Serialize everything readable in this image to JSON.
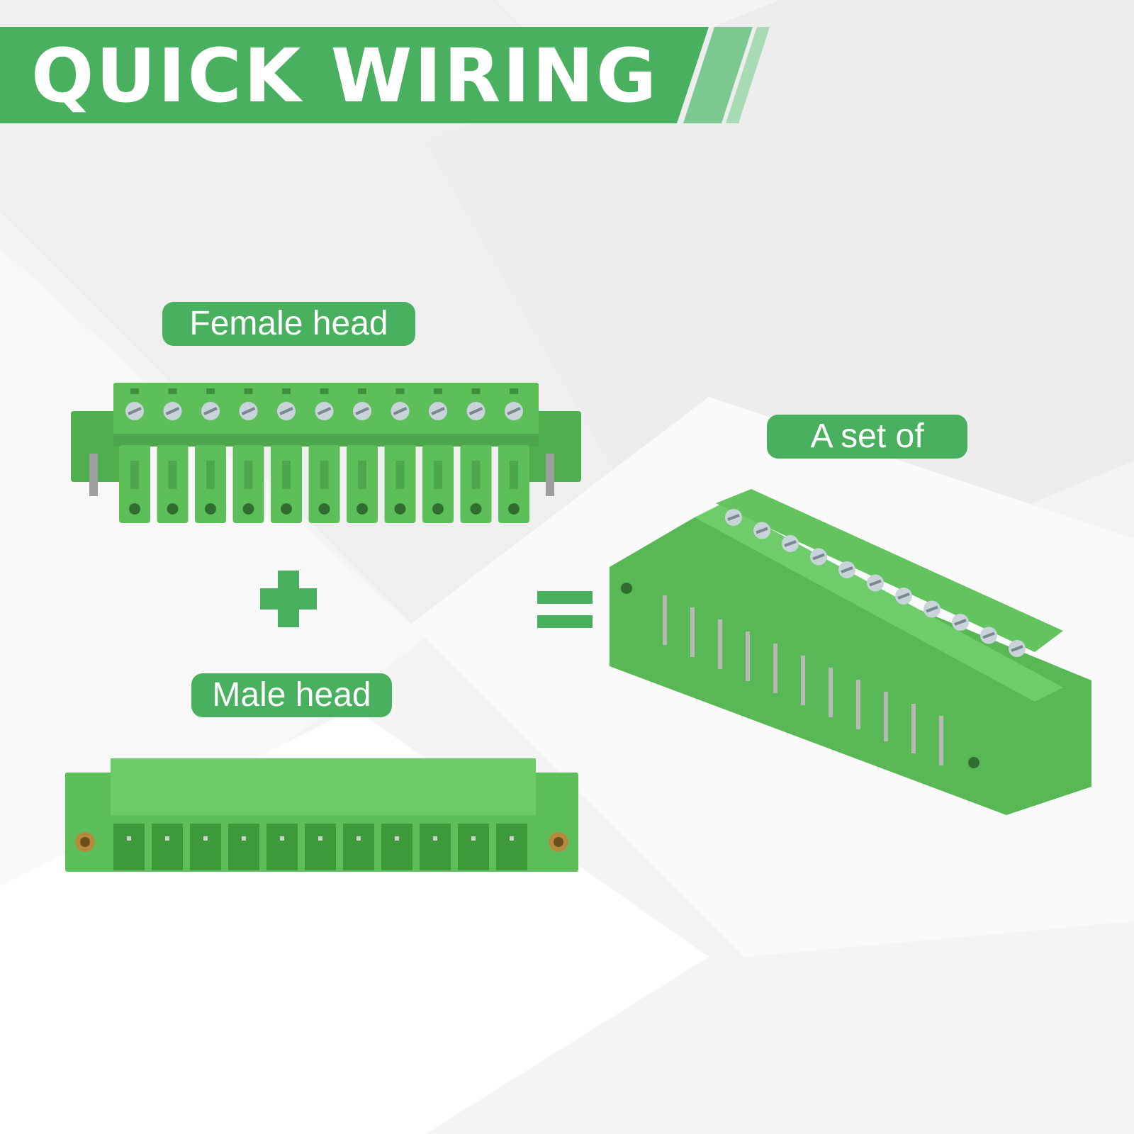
{
  "banner": {
    "title": "QUICK WIRING"
  },
  "labels": {
    "female": "Female head",
    "male": "Male head",
    "set": "A set of"
  },
  "operators": {
    "plus": "+",
    "equals": "="
  },
  "icons": {
    "female": "green-female-terminal-block-icon",
    "male": "green-male-pin-header-icon",
    "set": "assembled-terminal-block-set-icon"
  },
  "colors": {
    "brand_green": "#48b05f",
    "light_green": "#7cc891",
    "product_green": "#5dbf5a",
    "background": "#f4f4f4"
  },
  "pin_count": 11
}
